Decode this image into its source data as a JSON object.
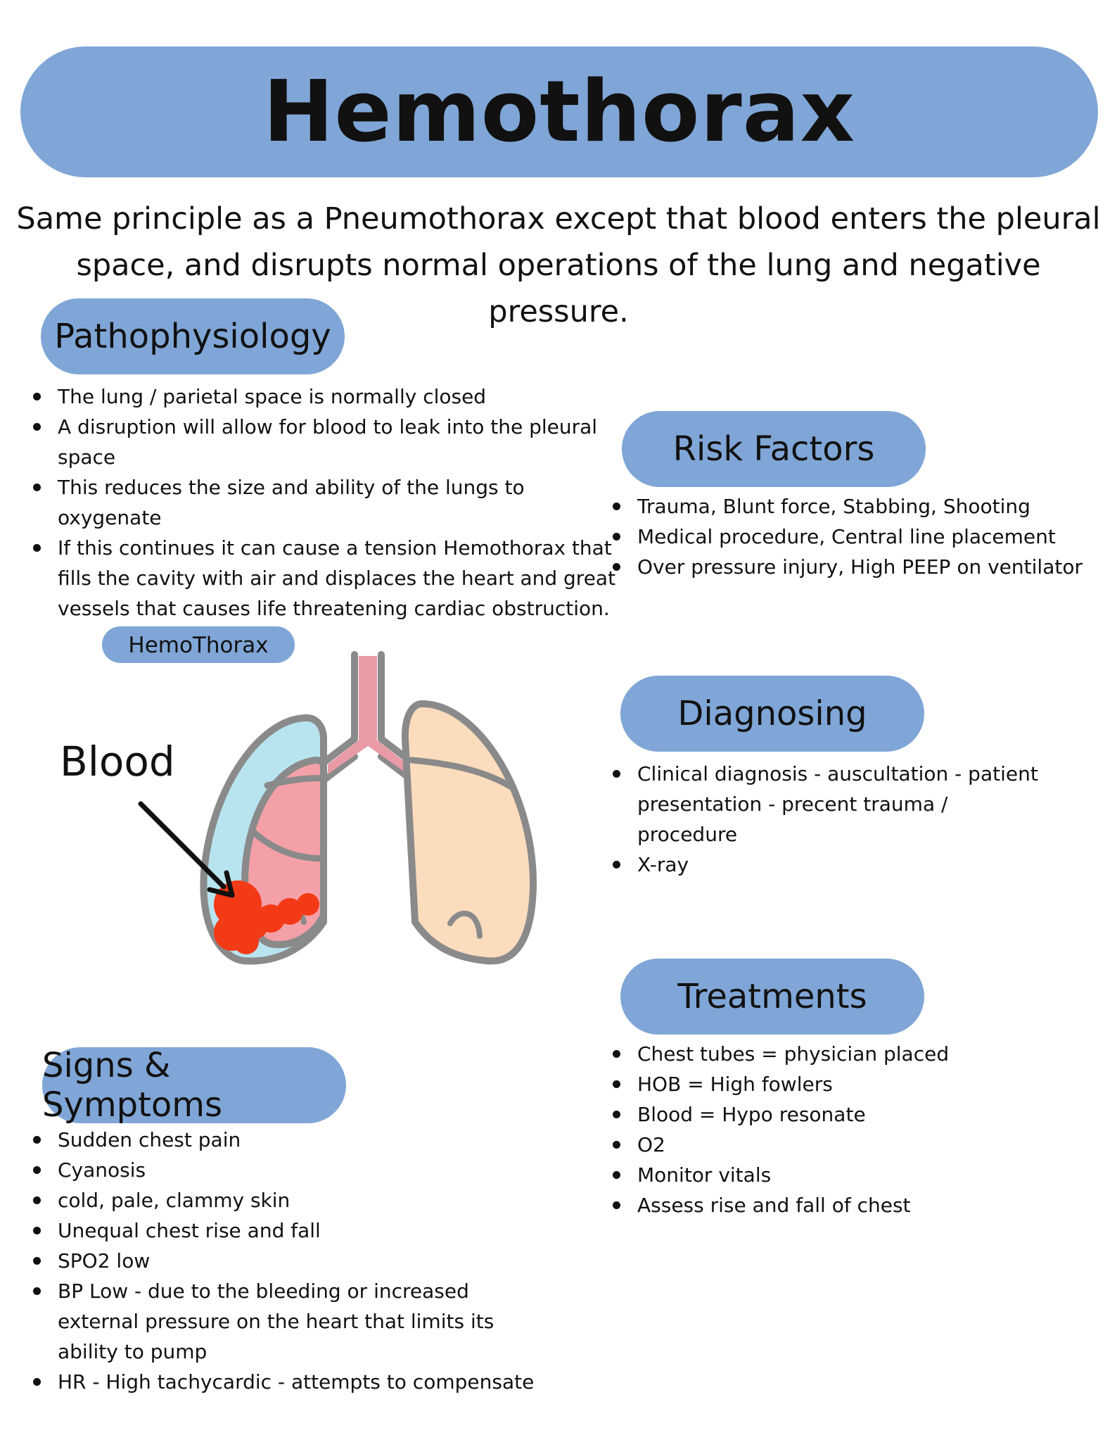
{
  "title": "Hemothorax",
  "intro": "Same principle as a Pneumothorax except that blood enters the pleural space, and disrupts normal operations of the lung and negative pressure.",
  "pathophysiology": {
    "heading": "Pathophysiology",
    "items": [
      "The lung / parietal space is normally closed",
      "A disruption will allow for blood to leak into the pleural space",
      "This reduces the size and ability of the lungs to oxygenate",
      "If this continues it can cause a tension Hemothorax that fills the cavity with air and displaces the heart and great vessels that causes life threatening cardiac obstruction."
    ]
  },
  "risk_factors": {
    "heading": "Risk Factors",
    "items": [
      "Trauma, Blunt force, Stabbing, Shooting",
      "Medical procedure, Central line placement",
      "Over pressure injury, High PEEP on ventilator"
    ]
  },
  "diagram": {
    "tag": "HemoThorax",
    "blood_label": "Blood"
  },
  "diagnosing": {
    "heading": "Diagnosing",
    "items": [
      "Clinical diagnosis - auscultation - patient presentation - precent trauma / procedure",
      "X-ray"
    ]
  },
  "treatments": {
    "heading": "Treatments",
    "items": [
      "Chest tubes = physician placed",
      "HOB = High fowlers",
      "Blood = Hypo resonate",
      "O2",
      "Monitor vitals",
      "Assess rise and fall of chest"
    ]
  },
  "signs_symptoms": {
    "heading": "Signs & Symptoms",
    "items": [
      "Sudden chest pain",
      "Cyanosis",
      "cold, pale, clammy skin",
      "Unequal chest rise and fall",
      "SPO2 low",
      "BP Low - due to the bleeding or increased external pressure on the heart that limits its ability to pump",
      "HR - High tachycardic - attempts to compensate"
    ]
  },
  "colors": {
    "pill": "#7fa6d6",
    "lung_left": "#f4a0a8",
    "lung_right": "#fbdcbd",
    "pleural_fluid": "#b8e4f0",
    "blood": "#f33a17",
    "outline": "#8a8a8a"
  }
}
